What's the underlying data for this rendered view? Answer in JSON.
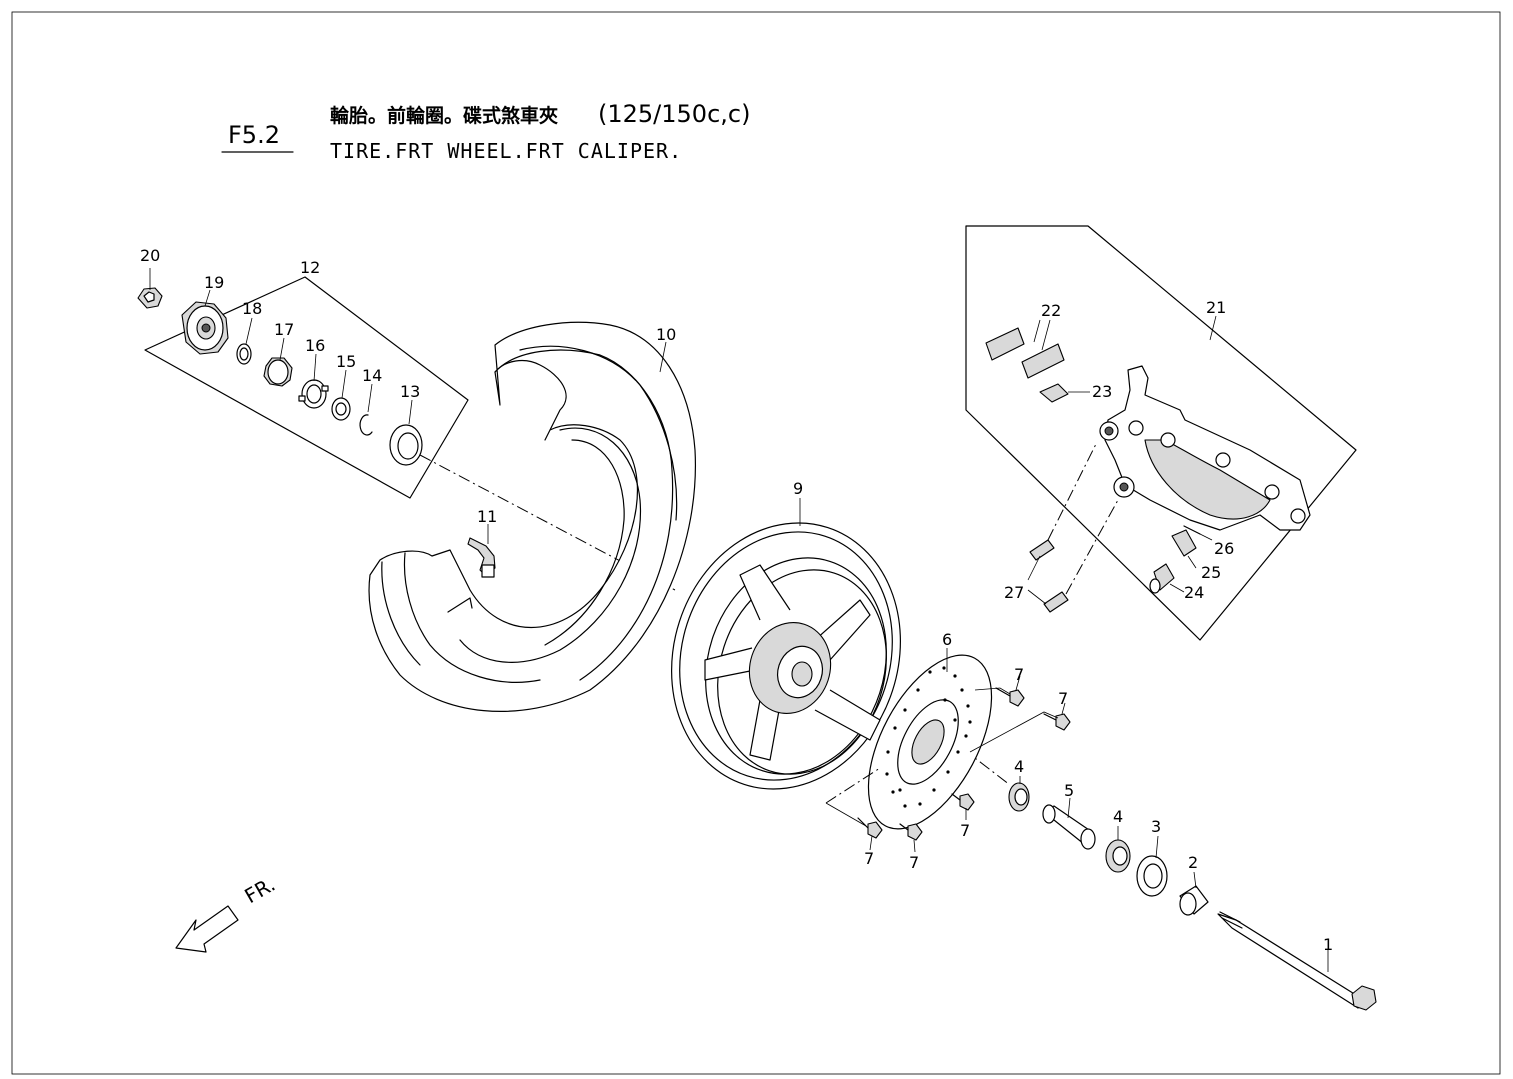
{
  "header": {
    "code": "F5.2",
    "title_cn": "輪胎。前輪圈。碟式煞車夾",
    "title_cc": "(125/150c,c)",
    "title_en": "TIRE.FRT WHEEL.FRT CALIPER."
  },
  "direction_label": "FR.",
  "callouts": [
    "1",
    "2",
    "3",
    "4",
    "5",
    "6",
    "7",
    "9",
    "10",
    "11",
    "12",
    "13",
    "14",
    "15",
    "16",
    "17",
    "18",
    "19",
    "20",
    "21",
    "22",
    "23",
    "24",
    "25",
    "26",
    "27"
  ]
}
